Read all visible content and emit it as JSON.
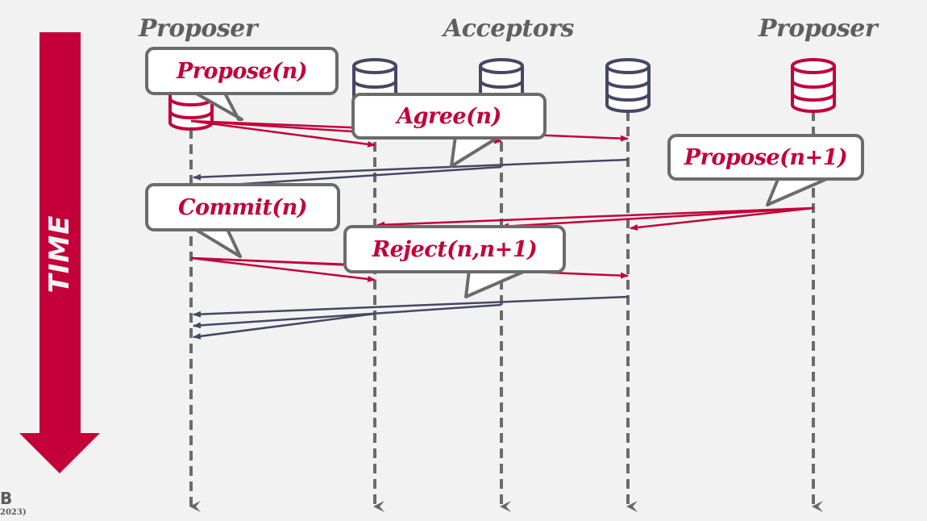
{
  "title_labels": {
    "left": "Proposer",
    "middle": "Acceptors",
    "right": "Proposer"
  },
  "time_axis": {
    "label": "TIME",
    "color": "#c3003a"
  },
  "footer": {
    "logo_fragment": "B",
    "year_fragment": "2023)"
  },
  "colors": {
    "proposer": "#c3003a",
    "acceptor": "#454765",
    "lifeline": "#6b6b6b",
    "bubble_text": "#c3003a",
    "bubble_border": "#6b6b6b"
  },
  "nodes": [
    {
      "id": "proposer-1",
      "role": "Proposer",
      "type": "database-icon"
    },
    {
      "id": "acceptor-1",
      "role": "Acceptor",
      "type": "database-icon"
    },
    {
      "id": "acceptor-2",
      "role": "Acceptor",
      "type": "database-icon"
    },
    {
      "id": "acceptor-3",
      "role": "Acceptor",
      "type": "database-icon"
    },
    {
      "id": "proposer-2",
      "role": "Proposer",
      "type": "database-icon"
    }
  ],
  "messages": [
    {
      "from": "proposer-1",
      "to": [
        "acceptor-1",
        "acceptor-2",
        "acceptor-3"
      ],
      "label": "Propose(n)",
      "kind": "request"
    },
    {
      "from": "acceptor-3",
      "to": [
        "proposer-1"
      ],
      "label": "Agree(n)",
      "kind": "reply",
      "also_from": [
        "acceptor-2"
      ]
    },
    {
      "from": "proposer-2",
      "to": [
        "acceptor-1",
        "acceptor-2",
        "acceptor-3"
      ],
      "label": "Propose(n+1)",
      "kind": "request"
    },
    {
      "from": "proposer-1",
      "to": [
        "acceptor-1",
        "acceptor-2",
        "acceptor-3"
      ],
      "label": "Commit(n)",
      "kind": "request"
    },
    {
      "from": "acceptor-3",
      "to": [
        "proposer-1"
      ],
      "label": "Reject(n,n+1)",
      "kind": "reply",
      "also_from": [
        "acceptor-1",
        "acceptor-2"
      ]
    }
  ],
  "bubbles": {
    "propose_n": "Propose(n)",
    "agree_n": "Agree(n)",
    "propose_n1": "Propose(n+1)",
    "commit_n": "Commit(n)",
    "reject": "Reject(n,n+1)"
  }
}
